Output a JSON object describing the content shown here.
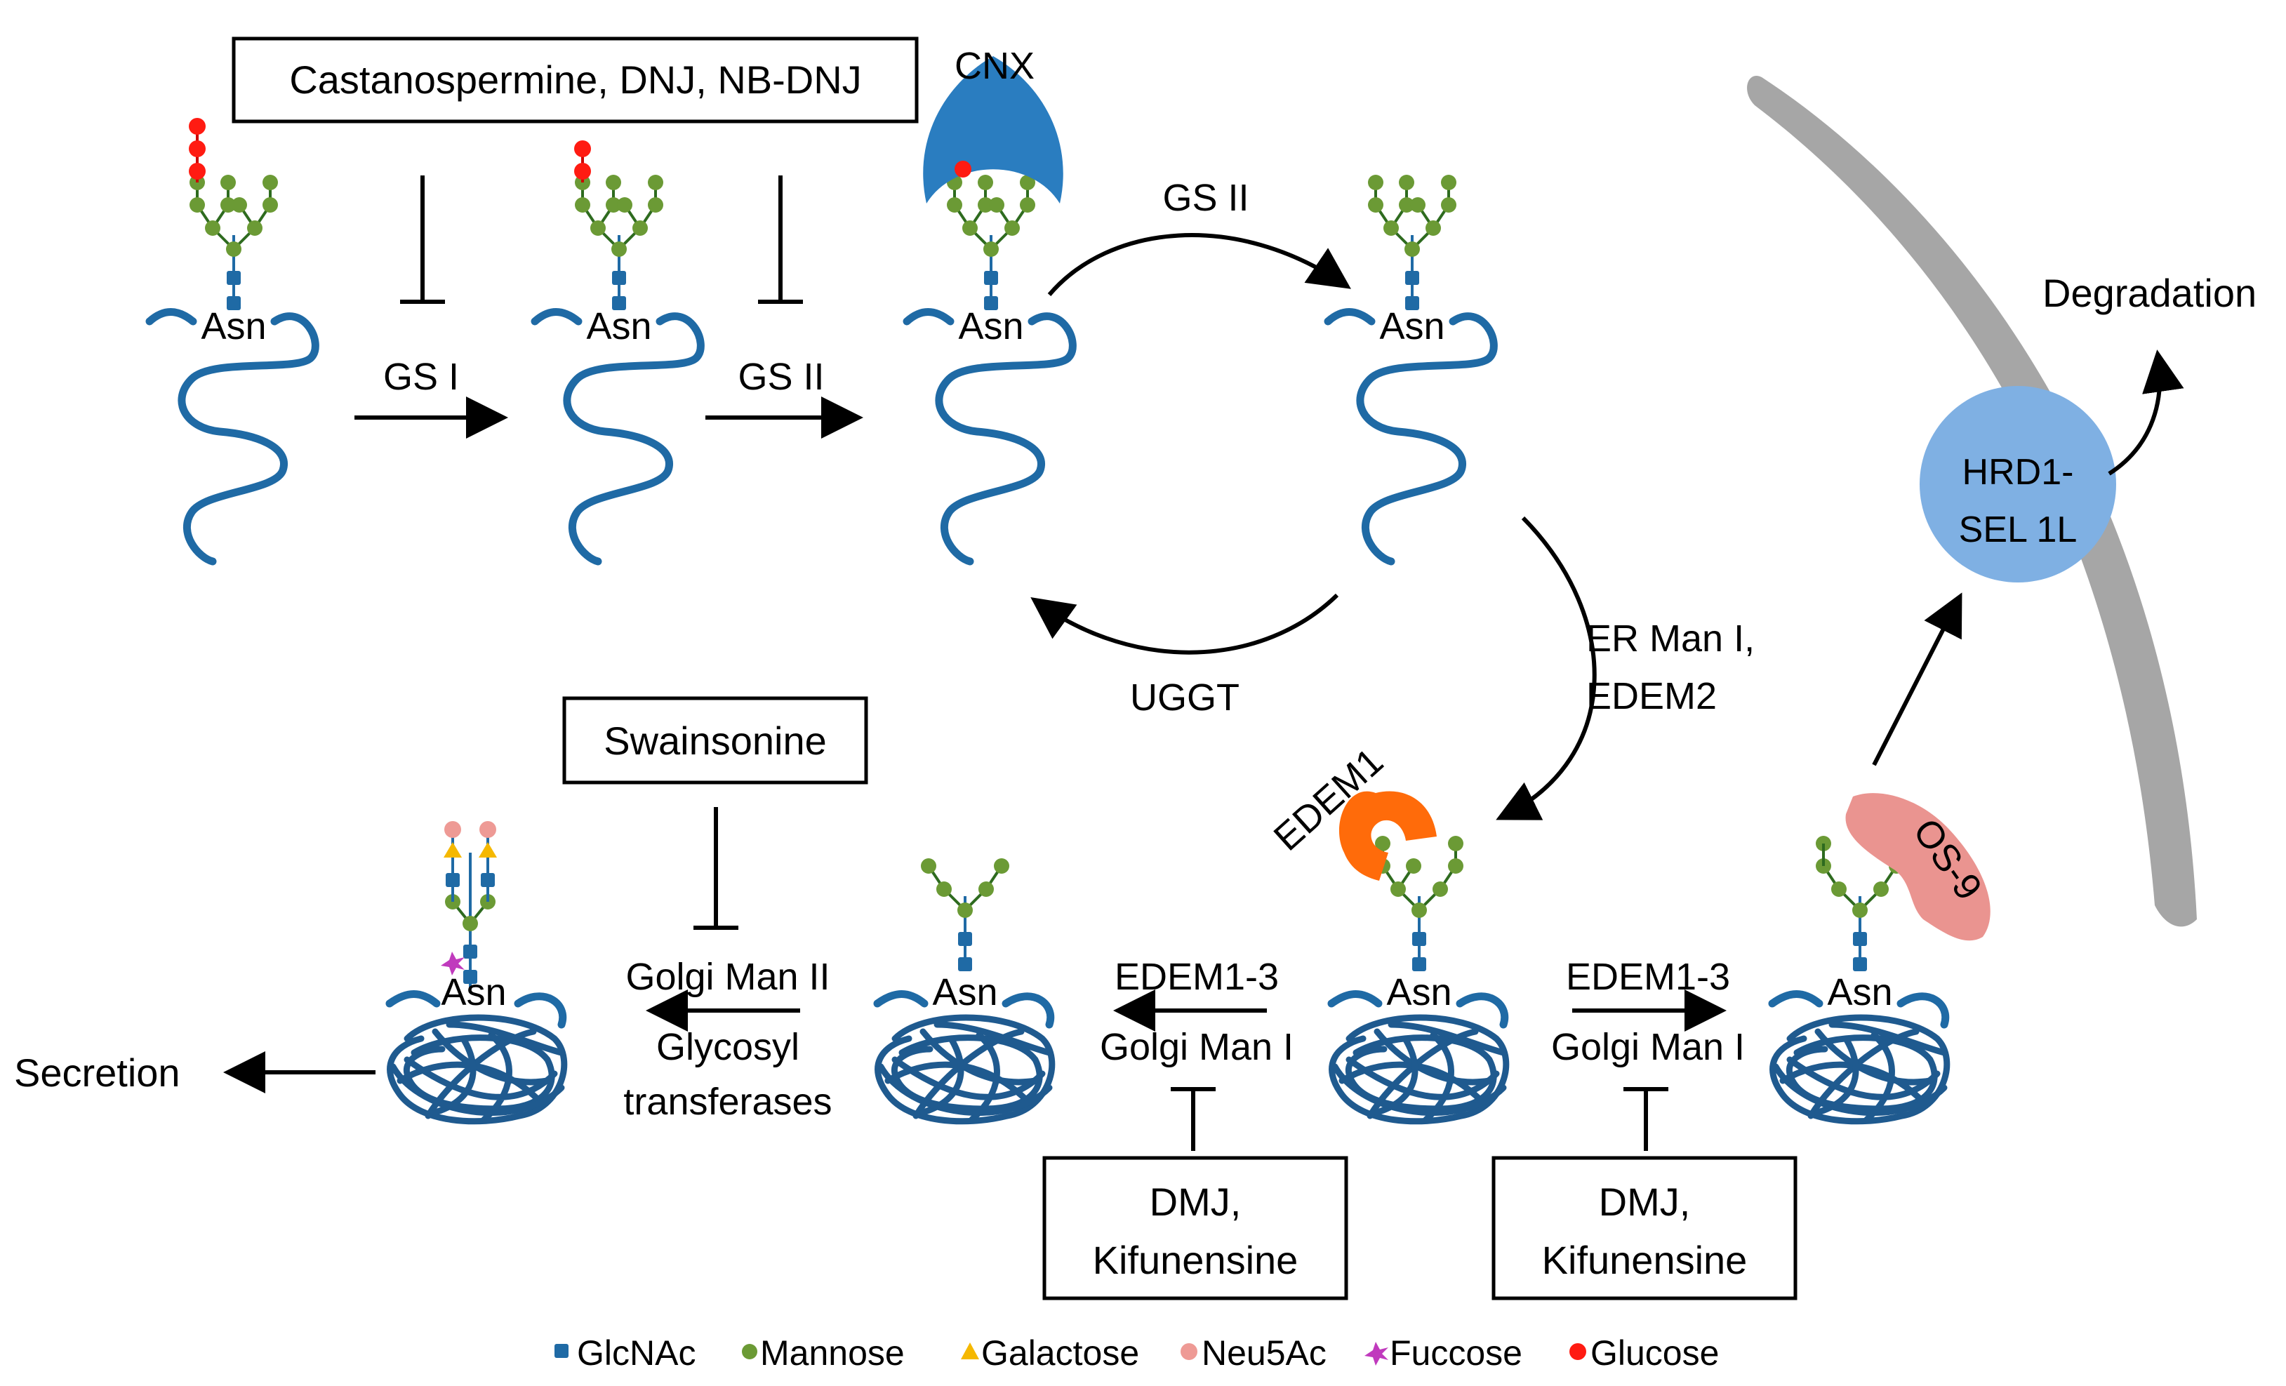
{
  "inhibitors": {
    "gs": "Castanospermine, DNJ, NB-DNJ",
    "golgi2": "Swainsonine",
    "man1_left_1": "DMJ,",
    "man1_left_2": "Kifunensine",
    "man1_right_1": "DMJ,",
    "man1_right_2": "Kifunensine"
  },
  "enzymes": {
    "gs1": "GS I",
    "gs2_a": "GS II",
    "gs2_b": "GS II",
    "uggt": "UGGT",
    "ermani_1": "ER Man I,",
    "ermani_2": "EDEM2",
    "edem13_a": "EDEM1-3",
    "golgiman1_a": "Golgi Man I",
    "edem13_b": "EDEM1-3",
    "golgiman1_b": "Golgi Man I",
    "golgiman2": "Golgi Man II",
    "glyco_1": "Glycosyl",
    "glyco_2": "transferases"
  },
  "proteins": {
    "cnx": "CNX",
    "edem1": "EDEM1",
    "os9": "OS-9",
    "hrd1_1": "HRD1-",
    "hrd1_2": "SEL 1L"
  },
  "residue": "Asn",
  "outcomes": {
    "degradation": "Degradation",
    "secretion": "Secretion"
  },
  "legend": [
    {
      "label": "GlcNAc",
      "color": "#1f6aa5",
      "icon": "square-icon"
    },
    {
      "label": "Mannose",
      "color": "#6b9a35",
      "icon": "circle-icon"
    },
    {
      "label": "Galactose",
      "color": "#f5b800",
      "icon": "triangle-icon"
    },
    {
      "label": "Neu5Ac",
      "color": "#ee9a95",
      "icon": "circle-icon"
    },
    {
      "label": "Fuccose",
      "color": "#c03abd",
      "icon": "star-icon"
    },
    {
      "label": "Glucose",
      "color": "#ff1b12",
      "icon": "circle-icon"
    }
  ]
}
